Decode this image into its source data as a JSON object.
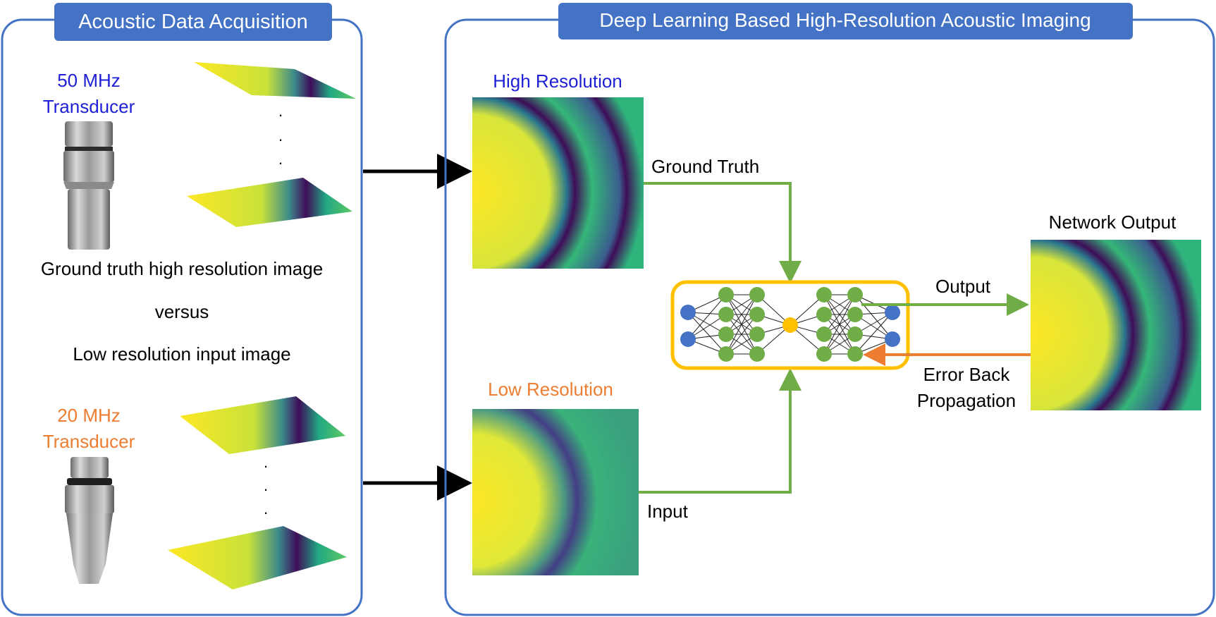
{
  "left_panel": {
    "title": "Acoustic Data Acquisition",
    "hf_transducer": {
      "line1": "50 MHz",
      "line2": "Transducer"
    },
    "lf_transducer": {
      "line1": "20 MHz",
      "line2": "Transducer"
    },
    "compare": {
      "line1": "Ground truth high resolution image",
      "line2": "versus",
      "line3": "Low resolution input image"
    }
  },
  "right_panel": {
    "title": "Deep Learning Based High-Resolution Acoustic Imaging",
    "high_res_label": "High Resolution",
    "low_res_label": "Low Resolution",
    "ground_truth_label": "Ground Truth",
    "input_label": "Input",
    "output_label": "Output",
    "network_output_label": "Network Output",
    "error_label": {
      "line1": "Error Back",
      "line2": "Propagation"
    }
  },
  "colors": {
    "panel_border": "#4472c4",
    "title_bg": "#4472c4",
    "blue_text": "#1f1fd6",
    "orange_text": "#ed7d31",
    "green_arrow": "#70ad47",
    "orange_arrow": "#ed7d31",
    "network_box": "#ffc000",
    "node_green": "#70ad47",
    "node_blue": "#4472c4",
    "node_yellow": "#ffc000",
    "colormap": [
      "#3f0d59",
      "#33638d",
      "#1fa187",
      "#6ccd5a",
      "#d4e732",
      "#fde725"
    ]
  },
  "icons": [
    "transducer-icon",
    "neural-network-icon",
    "acoustic-scan-image"
  ]
}
